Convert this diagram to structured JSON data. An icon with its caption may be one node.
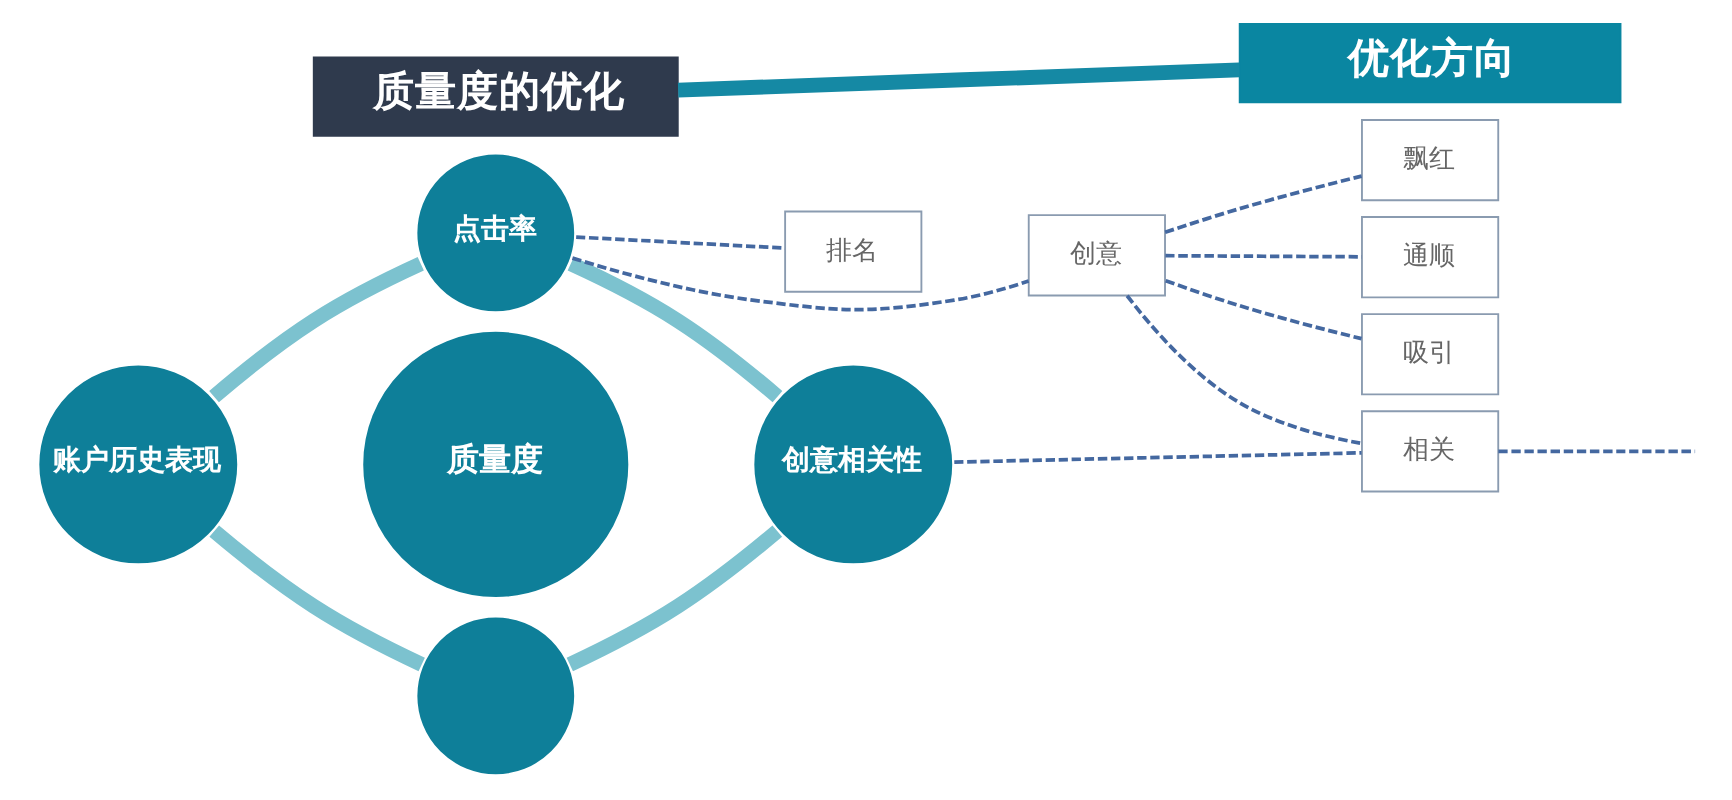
{
  "diagram": {
    "nodes": [
      {
        "text": [
          "质量度的优化"
        ]
      },
      {
        "text": [
          "优化方向"
        ]
      },
      {
        "text": [
          "点击率"
        ]
      },
      {
        "text": [
          "账户历史表现"
        ]
      },
      {
        "text": [
          "质量度"
        ]
      },
      {
        "text": [
          "创意相关性"
        ]
      },
      {
        "text": [],
        "shape": "circle"
      },
      {
        "text": [
          "排名"
        ]
      },
      {
        "text": [
          "创意"
        ]
      },
      {
        "text": [
          "飘红"
        ]
      },
      {
        "text": [
          "通顺"
        ]
      },
      {
        "text": [
          "吸引"
        ]
      },
      {
        "text": [
          "相关"
        ]
      }
    ],
    "edges": [
      {
        "from": 0,
        "to": 1,
        "arrow": "none",
        "style": "thick",
        "color": "#1589a4"
      },
      {
        "from": 3,
        "to": 2,
        "arrow": "none",
        "style": "thick",
        "color": "#7cc2cf"
      },
      {
        "from": 2,
        "to": 5,
        "arrow": "none",
        "style": "thick",
        "color": "#7cc2cf"
      },
      {
        "from": 3,
        "to": 6,
        "arrow": "none",
        "style": "thick",
        "color": "#7cc2cf"
      },
      {
        "from": 6,
        "to": 5,
        "arrow": "none",
        "style": "thick",
        "color": "#7cc2cf"
      },
      {
        "from": 2,
        "to": 7,
        "arrow": "none",
        "style": "dashed"
      },
      {
        "from": 2,
        "to": 8,
        "arrow": "none",
        "style": "dashed"
      },
      {
        "from": 8,
        "to": 9,
        "arrow": "none",
        "style": "dashed"
      },
      {
        "from": 8,
        "to": 10,
        "arrow": "none",
        "style": "dashed"
      },
      {
        "from": 8,
        "to": 11,
        "arrow": "none",
        "style": "dashed"
      },
      {
        "from": 8,
        "to": 12,
        "arrow": "none",
        "style": "dashed"
      },
      {
        "from": 5,
        "to": 12,
        "arrow": "none",
        "style": "dashed"
      },
      {
        "from": 12,
        "to": null,
        "arrow": "none",
        "style": "dashed"
      }
    ]
  }
}
